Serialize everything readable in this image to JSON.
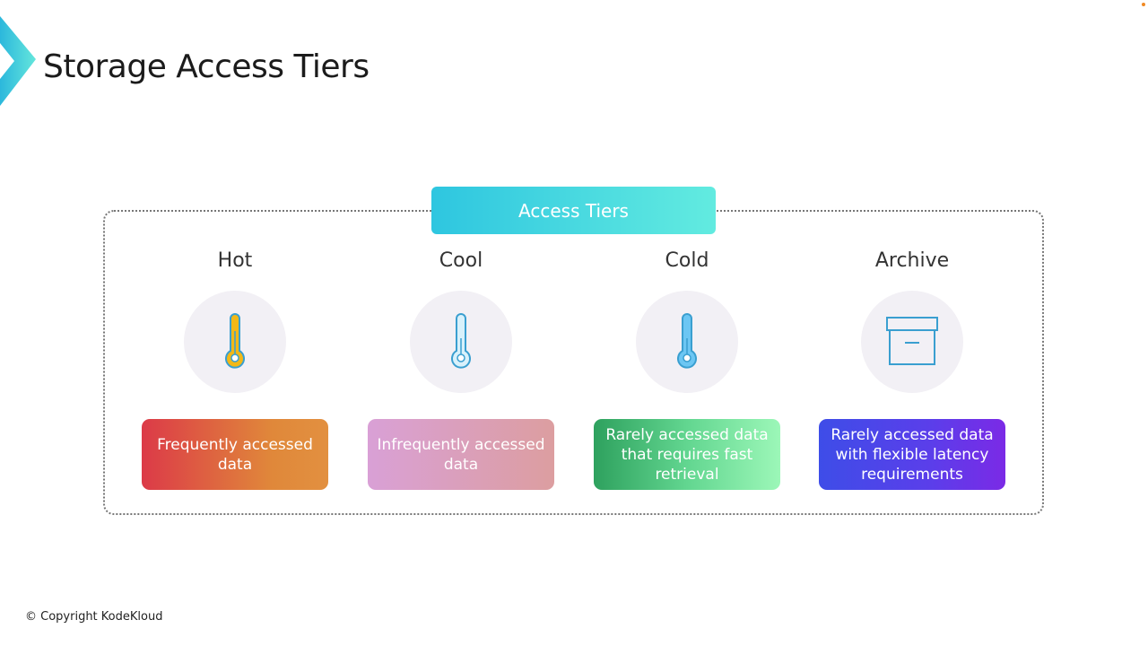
{
  "title": "Storage Access Tiers",
  "header": "Access Tiers",
  "tiers": [
    {
      "name": "Hot",
      "icon": "thermometer-hot-icon",
      "description": "Frequently accessed data"
    },
    {
      "name": "Cool",
      "icon": "thermometer-cool-icon",
      "description": "Infrequently accessed data"
    },
    {
      "name": "Cold",
      "icon": "thermometer-cold-icon",
      "description": "Rarely accessed data that requires fast retrieval"
    },
    {
      "name": "Archive",
      "icon": "archive-box-icon",
      "description": "Rarely accessed data with flexible latency requirements"
    }
  ],
  "footer": "© Copyright KodeKloud"
}
